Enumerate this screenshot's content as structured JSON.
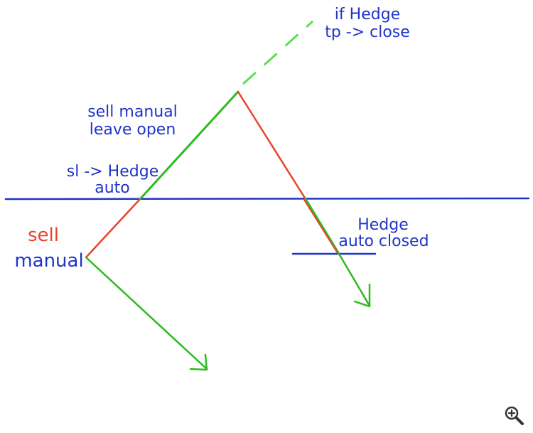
{
  "colors": {
    "blue": "#1f35c8",
    "red": "#e8442a",
    "green": "#2dbb1e",
    "light_green": "#5fdc55",
    "icon": "#333333"
  },
  "labels": {
    "if_hedge": "if Hedge",
    "tp_close": "tp -> close",
    "sell_manual_top": "sell manual",
    "leave_open": "leave open",
    "sl_hedge": "sl -> Hedge",
    "auto": "auto",
    "sell": "sell",
    "manual": "manual",
    "hedge": "Hedge",
    "auto_closed": "auto closed"
  },
  "icons": {
    "zoom": "zoom-in-icon"
  }
}
